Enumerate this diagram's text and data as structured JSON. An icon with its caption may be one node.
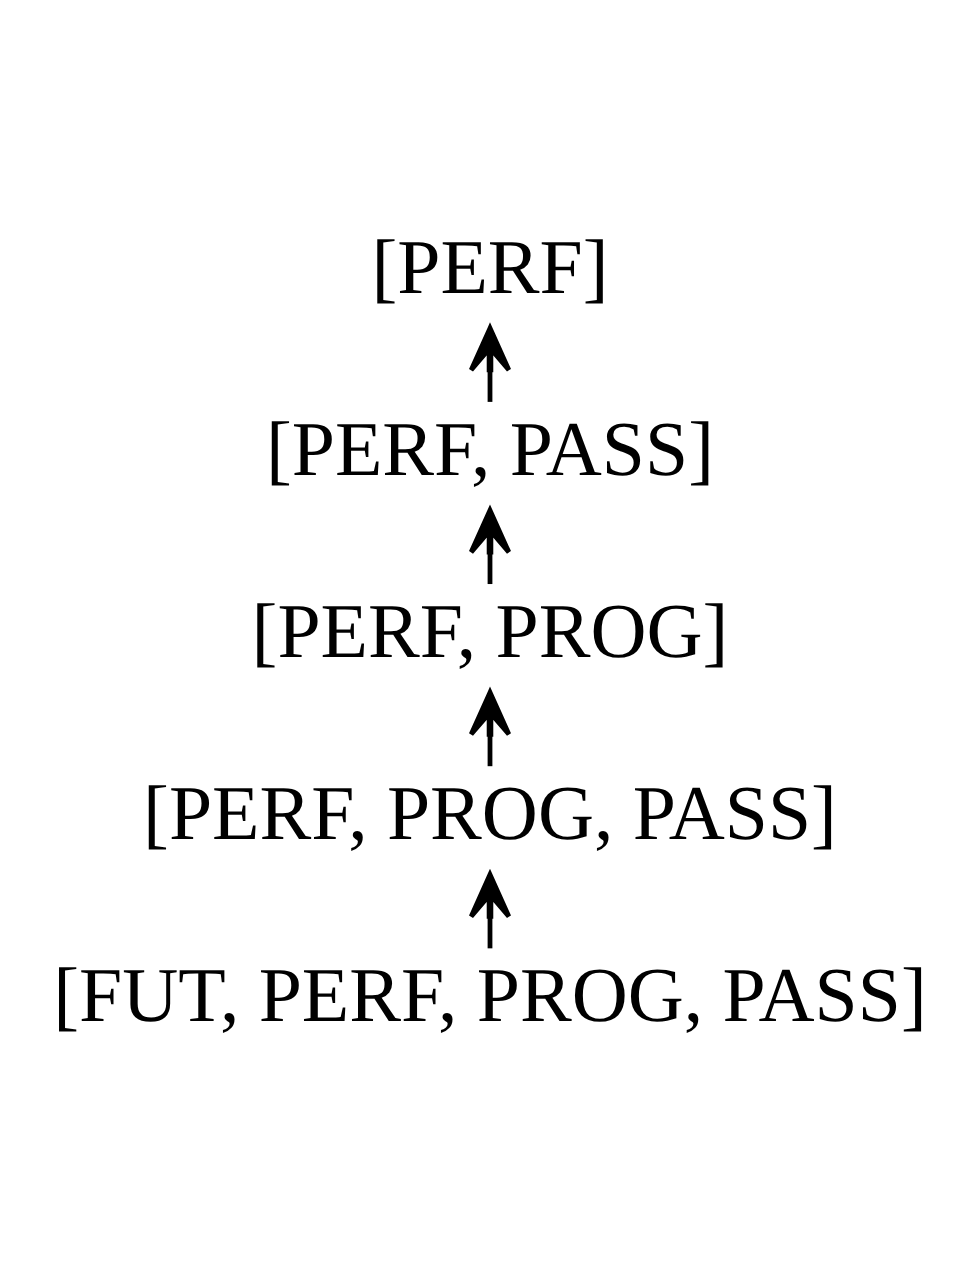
{
  "diagram": {
    "nodes": [
      {
        "text": [
          "[PERF]"
        ]
      },
      {
        "text": [
          "[PERF, PASS]"
        ]
      },
      {
        "text": [
          "[PERF, PROG]"
        ]
      },
      {
        "text": [
          "[PERF, PROG, PASS]"
        ]
      },
      {
        "text": [
          "[FUT, PERF, PROG, PASS]"
        ]
      }
    ],
    "edges": [
      {
        "from": 1,
        "to": 0,
        "arrow": "to"
      },
      {
        "from": 2,
        "to": 1,
        "arrow": "to"
      },
      {
        "from": 3,
        "to": 2,
        "arrow": "to"
      },
      {
        "from": 4,
        "to": 3,
        "arrow": "to"
      }
    ]
  }
}
